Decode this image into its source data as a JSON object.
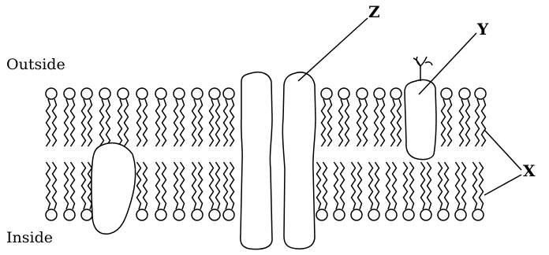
{
  "labels": {
    "outside": "Outside",
    "inside": "Inside",
    "x": "X",
    "y": "Y",
    "z": "Z"
  },
  "colors": {
    "stroke": "#000000",
    "background": "#ffffff"
  }
}
